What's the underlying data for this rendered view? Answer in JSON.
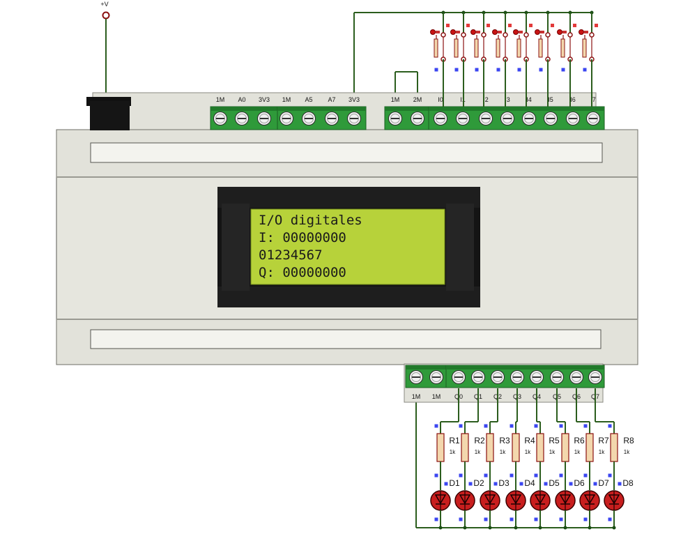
{
  "supply": {
    "label": "+V"
  },
  "top_terminals": {
    "block_a": [
      "1M",
      "A0",
      "3V3"
    ],
    "block_b": [
      "1M",
      "A5",
      "A7",
      "3V3"
    ],
    "block_c": [
      "1M",
      "2M"
    ],
    "inputs": [
      "I0",
      "I1",
      "I2",
      "I3",
      "I4",
      "I5",
      "I6",
      "I7"
    ]
  },
  "bottom_terminals": {
    "common": [
      "1M",
      "1M"
    ],
    "outputs": [
      "Q0",
      "Q1",
      "Q2",
      "Q3",
      "Q4",
      "Q5",
      "Q6",
      "Q7"
    ]
  },
  "lcd": {
    "lines": [
      "I/O digitales",
      "I: 00000000",
      "   01234567",
      "Q: 00000000"
    ]
  },
  "resistors": [
    {
      "ref": "R1",
      "value": "1k"
    },
    {
      "ref": "R2",
      "value": "1k"
    },
    {
      "ref": "R3",
      "value": "1k"
    },
    {
      "ref": "R4",
      "value": "1k"
    },
    {
      "ref": "R5",
      "value": "1k"
    },
    {
      "ref": "R6",
      "value": "1k"
    },
    {
      "ref": "R7",
      "value": "1k"
    },
    {
      "ref": "R8",
      "value": "1k"
    }
  ],
  "leds": [
    "D1",
    "D2",
    "D3",
    "D4",
    "D5",
    "D6",
    "D7",
    "D8"
  ],
  "colors": {
    "terminal_green": "#2f9a3a",
    "lcd_bg": "#b7d23a",
    "led_red": "#c81e1e",
    "resistor_fill": "#f3d7ad",
    "wire": "#2b5d1d",
    "switch_red": "#c81414"
  }
}
